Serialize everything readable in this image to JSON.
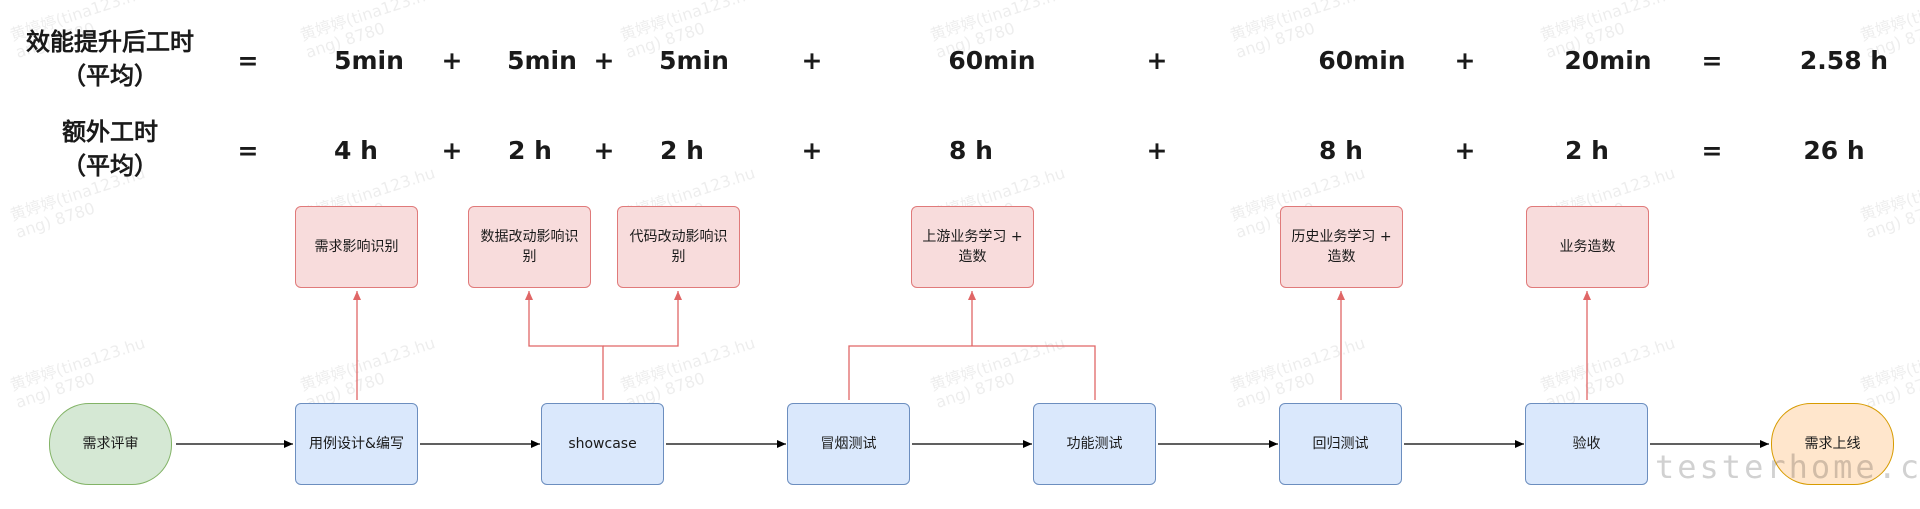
{
  "row1": {
    "label_line1": "效能提升后工时",
    "label_line2": "（平均）",
    "cells": [
      "=",
      "5min",
      "+",
      "5min",
      "+",
      "5min",
      "+",
      "60min",
      "+",
      "60min",
      "+",
      "20min",
      "=",
      "2.58 h"
    ]
  },
  "row2": {
    "label_line1": "额外工时",
    "label_line2": "（平均）",
    "cells": [
      "=",
      "4 h",
      "+",
      "2 h",
      "+",
      "2 h",
      "+",
      "8 h",
      "+",
      "8 h",
      "+",
      "2 h",
      "=",
      "26 h"
    ]
  },
  "cost_boxes": {
    "c1": "需求影响识别",
    "c2": "数据改动影响识别",
    "c3": "代码改动影响识别",
    "c4": "上游业务学习 + 造数",
    "c5": "历史业务学习 + 造数",
    "c6": "业务造数"
  },
  "process": {
    "start": "需求评审",
    "s1": "用例设计&编写",
    "s2": "showcase",
    "s3": "冒烟测试",
    "s4": "功能测试",
    "s5": "回归测试",
    "s6": "验收",
    "end": "需求上线"
  },
  "watermark": {
    "line1": "黄婷婷(tina123.hu",
    "line2": "ang) 8780"
  },
  "brand": "testerhome.com",
  "colors": {
    "step_fill": "#dae8fc",
    "step_border": "#6c8ebf",
    "cost_fill": "#f8dcdc",
    "cost_border": "#e07a7a",
    "start_fill": "#d5e8d4",
    "end_fill": "#ffe6cc"
  }
}
